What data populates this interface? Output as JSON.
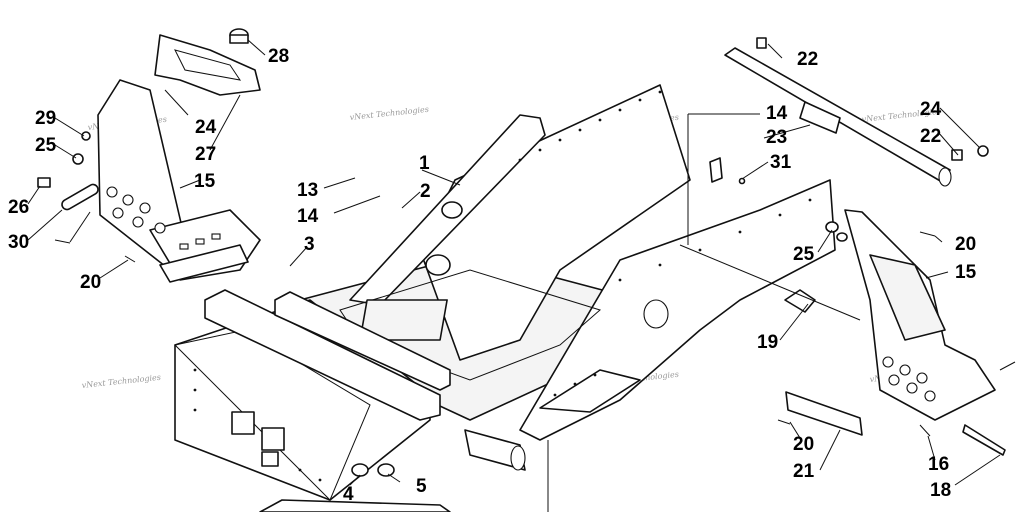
{
  "watermark": "vNext Technologies",
  "callouts": [
    {
      "id": "c1",
      "label": "1"
    },
    {
      "id": "c2",
      "label": "2"
    },
    {
      "id": "c3",
      "label": "3"
    },
    {
      "id": "c4",
      "label": "4"
    },
    {
      "id": "c5",
      "label": "5"
    },
    {
      "id": "c13",
      "label": "13"
    },
    {
      "id": "c14a",
      "label": "14"
    },
    {
      "id": "c14b",
      "label": "14"
    },
    {
      "id": "c15a",
      "label": "15"
    },
    {
      "id": "c15b",
      "label": "15"
    },
    {
      "id": "c16",
      "label": "16"
    },
    {
      "id": "c18",
      "label": "18"
    },
    {
      "id": "c19",
      "label": "19"
    },
    {
      "id": "c20a",
      "label": "20"
    },
    {
      "id": "c20b",
      "label": "20"
    },
    {
      "id": "c20c",
      "label": "20"
    },
    {
      "id": "c21",
      "label": "21"
    },
    {
      "id": "c22a",
      "label": "22"
    },
    {
      "id": "c22b",
      "label": "22"
    },
    {
      "id": "c23",
      "label": "23"
    },
    {
      "id": "c24a",
      "label": "24"
    },
    {
      "id": "c24b",
      "label": "24"
    },
    {
      "id": "c25a",
      "label": "25"
    },
    {
      "id": "c25b",
      "label": "25"
    },
    {
      "id": "c26",
      "label": "26"
    },
    {
      "id": "c27",
      "label": "27"
    },
    {
      "id": "c28",
      "label": "28"
    },
    {
      "id": "c29",
      "label": "29"
    },
    {
      "id": "c30",
      "label": "30"
    },
    {
      "id": "c31",
      "label": "31"
    }
  ]
}
